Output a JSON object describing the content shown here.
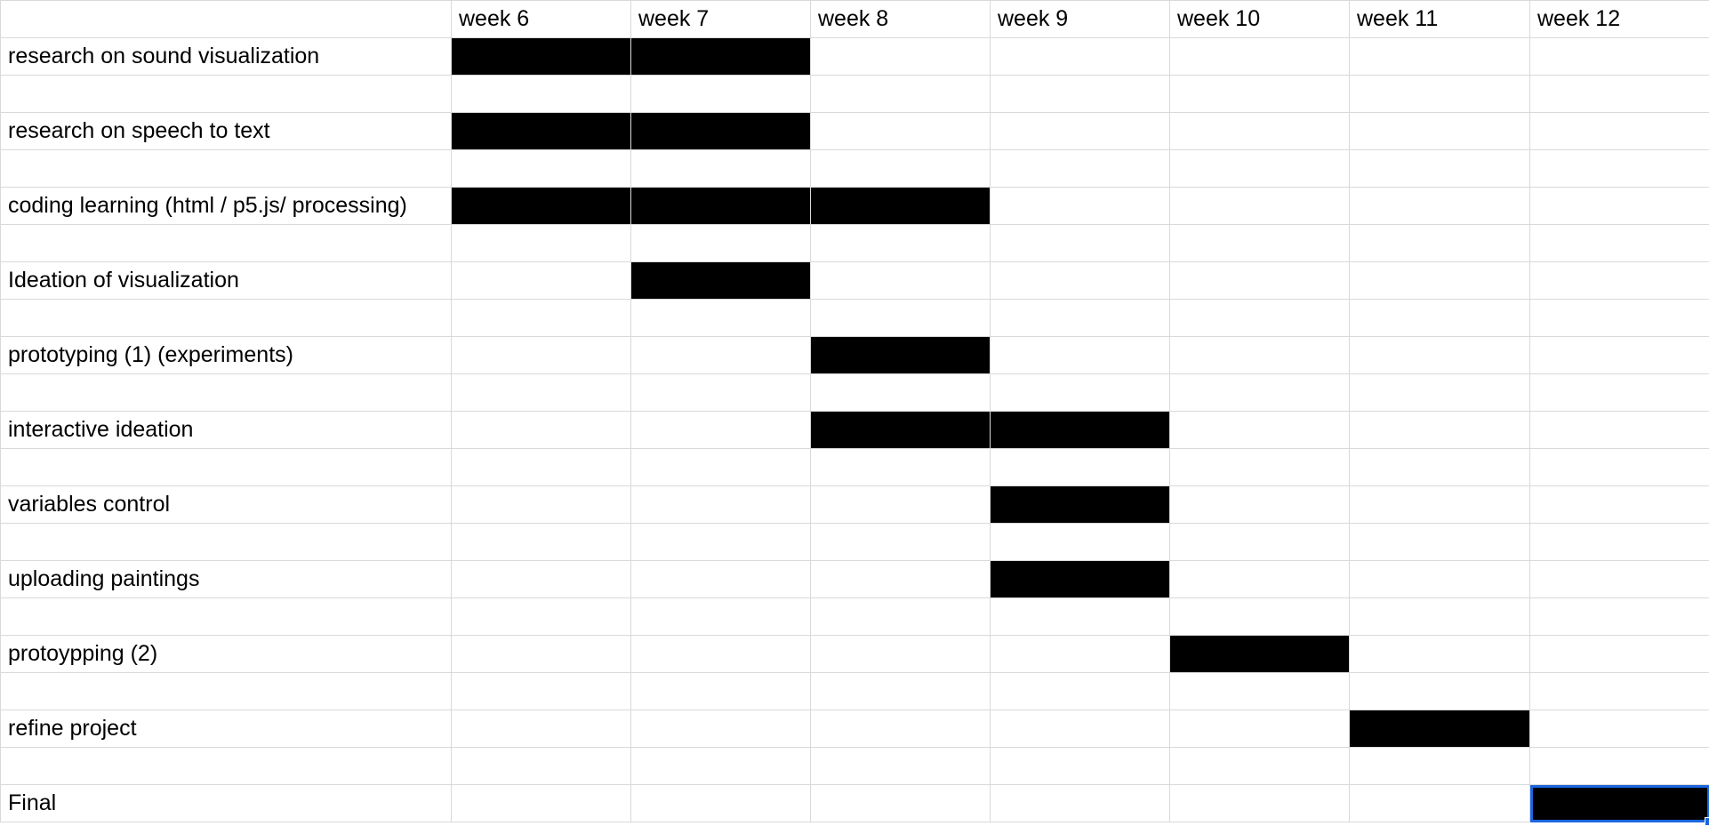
{
  "header": {
    "corner": "",
    "weeks": [
      "week 6",
      "week 7",
      "week 8",
      "week 9",
      "week 10",
      "week 11",
      "week 12"
    ]
  },
  "tasks": [
    {
      "label": "research on sound visualization",
      "weeks": [
        "week 6",
        "week 7"
      ]
    },
    {
      "label": "research on speech to text",
      "weeks": [
        "week 6",
        "week 7"
      ]
    },
    {
      "label": "coding learning (html / p5.js/ processing)",
      "weeks": [
        "week 6",
        "week 7",
        "week 8"
      ]
    },
    {
      "label": "Ideation of visualization",
      "weeks": [
        "week 7"
      ]
    },
    {
      "label": "prototyping (1) (experiments)",
      "weeks": [
        "week 8"
      ]
    },
    {
      "label": "interactive ideation",
      "weeks": [
        "week 8",
        "week 9"
      ]
    },
    {
      "label": "variables control",
      "weeks": [
        "week 9"
      ]
    },
    {
      "label": "uploading paintings",
      "weeks": [
        "week 9"
      ]
    },
    {
      "label": "protoypping (2)",
      "weeks": [
        "week 10"
      ]
    },
    {
      "label": "refine project",
      "weeks": [
        "week 11"
      ]
    },
    {
      "label": "Final",
      "weeks": [
        "week 12"
      ]
    }
  ],
  "selection": {
    "task": "Final",
    "week": "week 12"
  },
  "colors": {
    "bar": "#000000",
    "grid": "#d9d9d9",
    "selection": "#1a66e0"
  }
}
